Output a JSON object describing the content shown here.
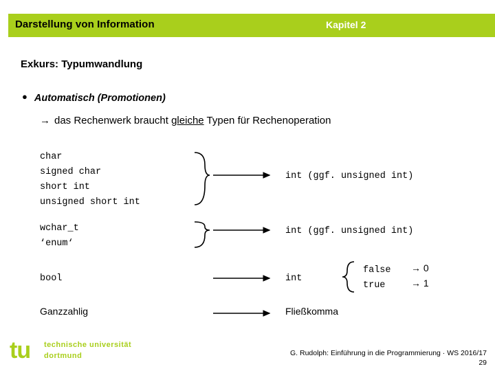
{
  "header": {
    "title": "Darstellung von Information",
    "chapter": "Kapitel 2",
    "bar_color": "#a9cf1c"
  },
  "slide": {
    "section_title": "Exkurs: Typumwandlung",
    "bullet": {
      "marker": "●",
      "text": "Automatisch (Promotionen)"
    },
    "subline": {
      "arrow": "→",
      "before": "das Rechenwerk braucht ",
      "underlined": "gleiche",
      "after": " Typen für Rechenoperation"
    },
    "groups": [
      {
        "left": "char\nsigned char\nshort int\nunsigned short int",
        "right": "int (ggf. unsigned int)"
      },
      {
        "left": "wchar_t\n‘enum‘",
        "right": "int (ggf. unsigned int)"
      },
      {
        "left": "bool",
        "right": "int"
      },
      {
        "left": "Ganzzahlig",
        "right": "Fließkomma"
      }
    ],
    "bool_branch": {
      "false_label": "false",
      "true_label": "true",
      "false_value": "→ 0",
      "true_value": "→ 1"
    }
  },
  "footer": {
    "logo_tu": "tu",
    "logo_line1": "technische universität",
    "logo_line2": "dortmund",
    "credit": "G. Rudolph: Einführung in die Programmierung · WS 2016/17",
    "page": "29"
  }
}
